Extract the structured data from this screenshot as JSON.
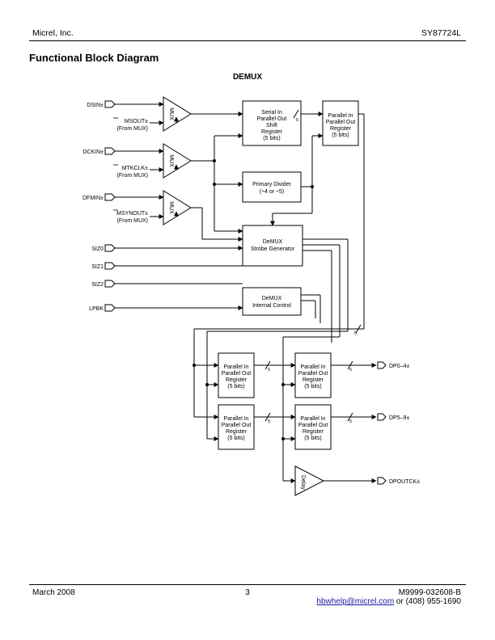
{
  "header": {
    "company": "Micrel, Inc.",
    "part_number": "SY87724L"
  },
  "section_title": "Functional Block Diagram",
  "diagram": {
    "title": "DEMUX",
    "inputs": [
      "DSIN±",
      "DCKIN±",
      "DFMIN±",
      "SIZ0",
      "SIZ1",
      "SIZ2",
      "LPBK"
    ],
    "mux_inputs": [
      {
        "name": "MSOUT±",
        "note": "(From MUX)"
      },
      {
        "name": "MTKCLK±",
        "note": "(From MUX)"
      },
      {
        "name": "MSYNOUT±",
        "note": "(From MUX)"
      }
    ],
    "mux_label": "MUX",
    "blocks": {
      "sipo": [
        "Serial In",
        "Parallel Out",
        "Shift",
        "Register",
        "(5 bits)"
      ],
      "pipo_top": [
        "Parallel In",
        "Parallel Out",
        "Register",
        "(5 bits)"
      ],
      "divider": [
        "Primary Divider",
        "(÷4 or ÷5)"
      ],
      "strobe": [
        "DeMUX",
        "Strobe  Generator"
      ],
      "control": [
        "DeMUX",
        "Internal  Control"
      ],
      "pipo": [
        "Parallel In",
        "Parallel Out",
        "Register",
        "(5 bits)"
      ],
      "delay": "Delay"
    },
    "bus_width": "5",
    "outputs": [
      "DP0–4±",
      "DP5–9±",
      "DPOUTCK±"
    ]
  },
  "footer": {
    "date": "March 2008",
    "page": "3",
    "doc_number": "M9999-032608-B",
    "email": "hbwhelp@micrel.com",
    "phone_text": " or (408) 955-1690"
  }
}
